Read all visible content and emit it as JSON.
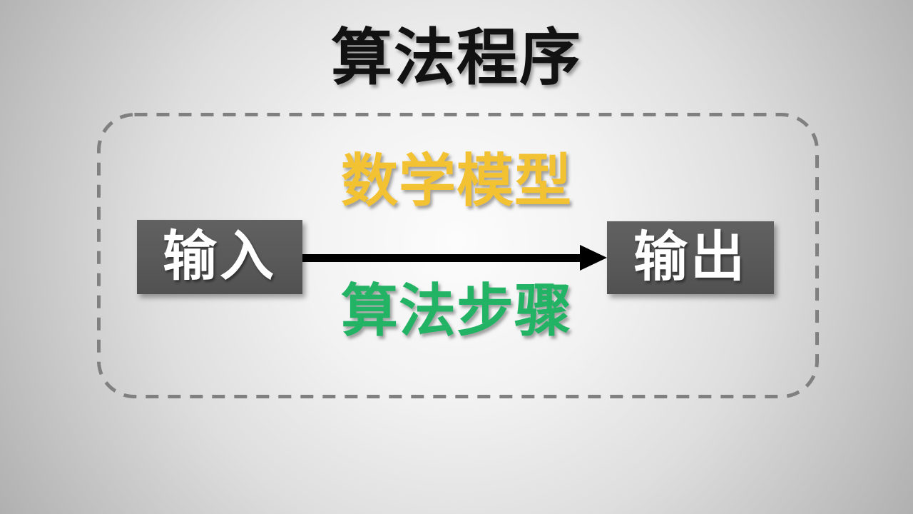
{
  "slide": {
    "title": "算法程序",
    "diagram": {
      "model_label": "数学模型",
      "steps_label": "算法步骤",
      "input_box_label": "输入",
      "output_box_label": "输出"
    },
    "colors": {
      "title_text": "#121212",
      "model_label": "#F2C233",
      "steps_label": "#22B365",
      "box_background": "#595959",
      "box_text": "#FFFFFF",
      "arrow": "#000000",
      "dashed_border": "#808080",
      "background_center": "#FCFCFC",
      "background_edge": "#ABABAB"
    }
  }
}
